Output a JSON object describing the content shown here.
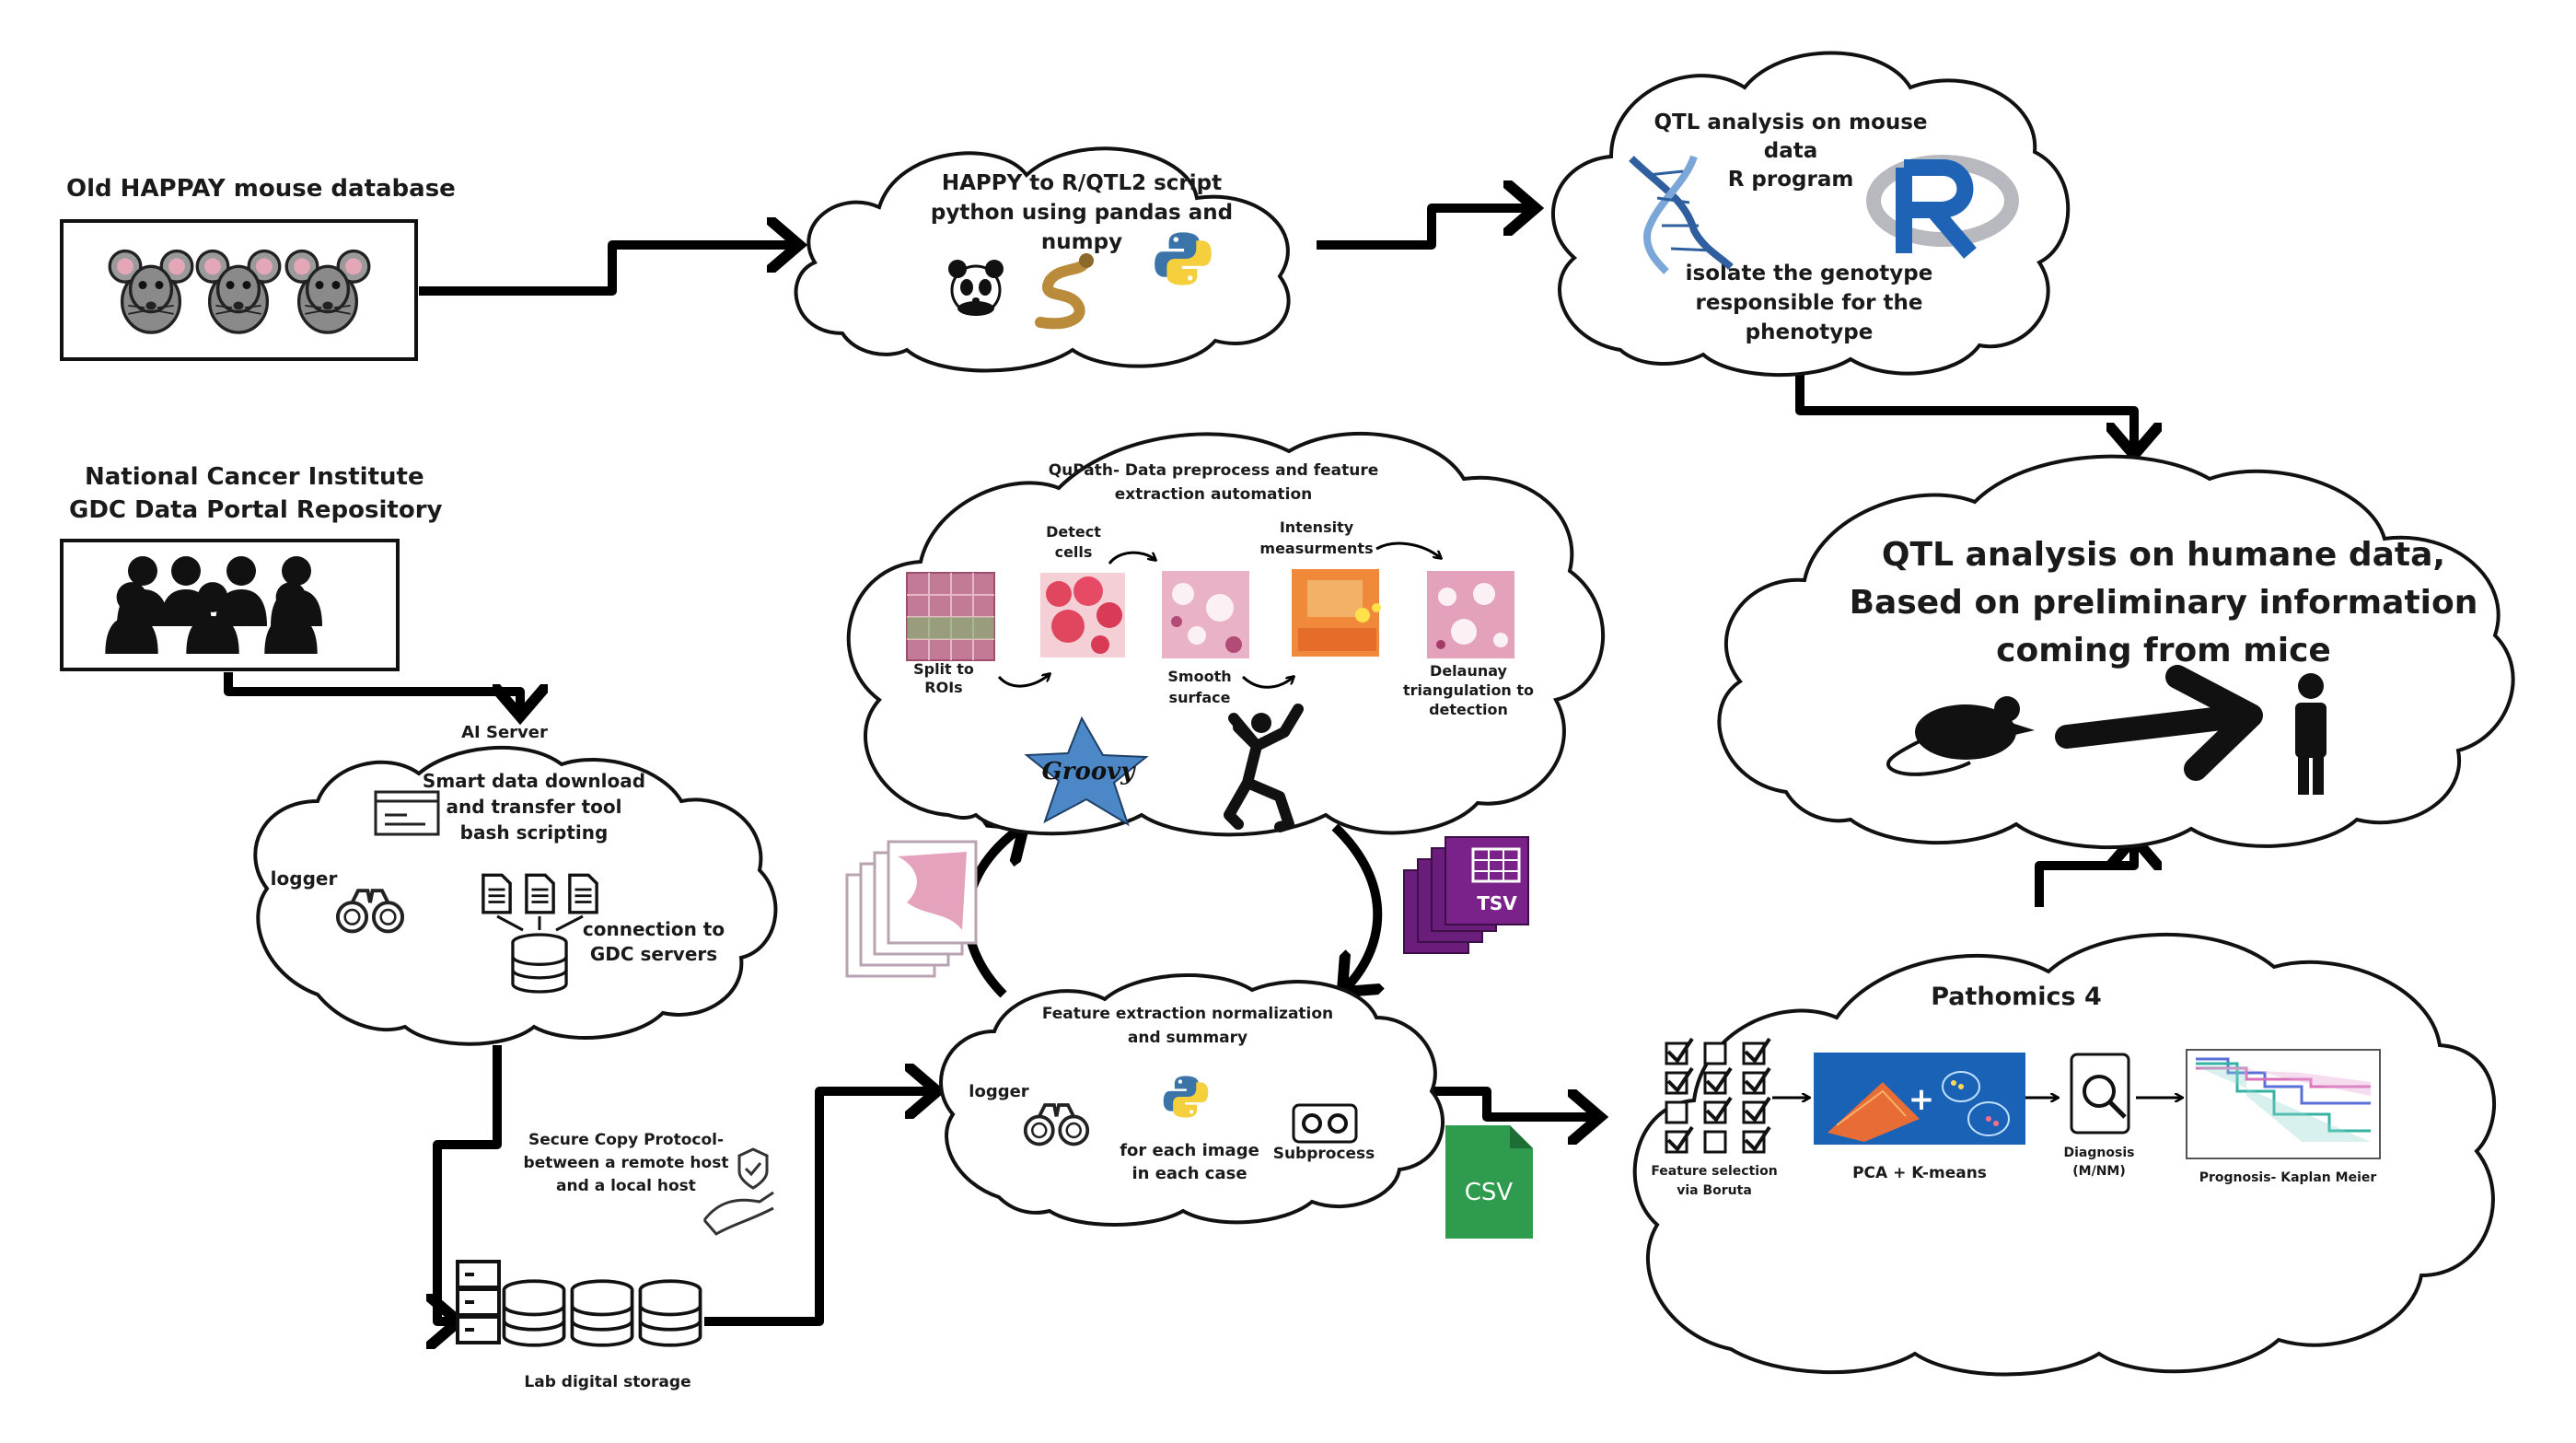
{
  "mouse_db": {
    "title": "Old HAPPAY mouse database"
  },
  "nci": {
    "line1": "National Cancer Institute",
    "line2": "GDC Data Portal Repository"
  },
  "happy_script": {
    "line1": "HAPPY to R/QTL2 script",
    "line2": "python using pandas and",
    "line3": "numpy"
  },
  "qtl_mouse": {
    "line1": "QTL analysis on mouse",
    "line2": "data",
    "line3": "R program",
    "line4": "isolate the genotype",
    "line5": "responsible for the",
    "line6": "phenotype"
  },
  "qtl_human": {
    "line1": "QTL analysis on humane data,",
    "line2": "Based on preliminary information",
    "line3": "coming from mice"
  },
  "qupath": {
    "title1": "QuPath- Data preprocess and feature",
    "title2": "extraction automation",
    "steps": {
      "split_1": "Split to",
      "split_2": "ROIs",
      "detect_1": "Detect",
      "detect_2": "cells",
      "smooth_1": "Smooth",
      "smooth_2": "surface",
      "intensity_1": "Intensity",
      "intensity_2": "measurments",
      "delaunay_1": "Delaunay",
      "delaunay_2": "triangulation to",
      "delaunay_3": "detection"
    },
    "logo_text": "Groovy"
  },
  "ai_server": {
    "label": "AI Server",
    "download1": "Smart data download",
    "download2": "and transfer tool",
    "download3": "bash scripting",
    "logger": "logger",
    "conn1": "connection to",
    "conn2": "GDC servers"
  },
  "scp": {
    "line1": "Secure Copy Protocol-",
    "line2": "between a remote host",
    "line3": "and a local host"
  },
  "storage": {
    "label": "Lab digital storage"
  },
  "feature": {
    "title1": "Feature extraction normalization",
    "title2": "and summary",
    "logger": "logger",
    "each1": "for each image",
    "each2": "in each case",
    "subprocess": "Subprocess"
  },
  "files": {
    "tsv": "TSV",
    "csv": "CSV"
  },
  "pathomics": {
    "title": "Pathomics 4",
    "fs1": "Feature selection",
    "fs2": "via Boruta",
    "pca": "PCA + K-means",
    "diag1": "Diagnosis",
    "diag2": "(M/NM)",
    "prog": "Prognosis- Kaplan Meier"
  },
  "colors": {
    "line": "#000000",
    "python_blue": "#3a74a8",
    "python_yellow": "#f5cf3c",
    "r_blue": "#1e63b6",
    "r_gray": "#b7b9bf",
    "csv_green": "#2e9b4e",
    "tsv_purple": "#6a1d7a",
    "tissue_pink": "#d97aa0",
    "dna_blue": "#2f5f9e"
  }
}
